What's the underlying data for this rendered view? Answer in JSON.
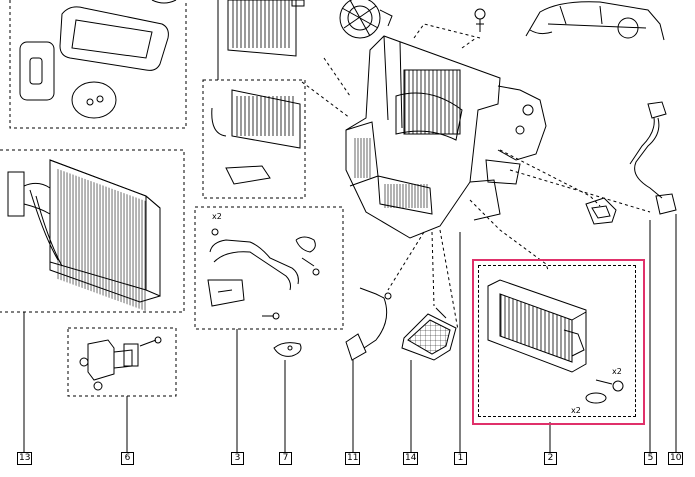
{
  "callouts": {
    "c13": "13",
    "c6": "6",
    "c3": "3",
    "c7": "7",
    "c11": "11",
    "c14": "14",
    "c1": "1",
    "c2": "2",
    "c5": "5",
    "c10": "10"
  },
  "quantities": {
    "hose_kit": "x2",
    "heater_screw": "x2",
    "heater_ring": "x2"
  },
  "colors": {
    "highlight": "#e0306a",
    "line": "#000000",
    "background": "#ffffff"
  }
}
